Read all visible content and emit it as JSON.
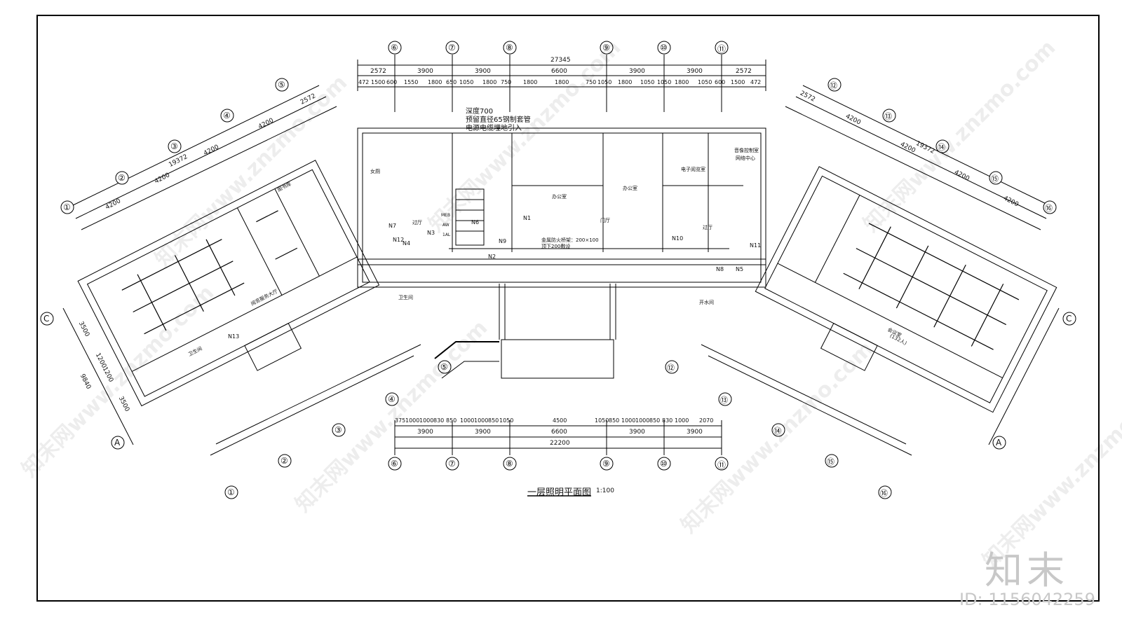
{
  "drawing": {
    "title": "一层照明平面图",
    "scale": "1:100",
    "note": [
      "深度700",
      "预留直径65钢制套管",
      "电源电缆埋地引入"
    ],
    "tray_note": [
      "金属防火桥架：200×100",
      "顶下200敷设"
    ]
  },
  "axes": {
    "top_center": [
      "⑥",
      "⑦",
      "⑧",
      "⑨",
      "⑩",
      "⑪"
    ],
    "bottom_center": [
      "⑥",
      "⑦",
      "⑧",
      "⑨",
      "⑩",
      "⑪"
    ],
    "left_wing_top": [
      "①",
      "②",
      "③",
      "④",
      "⑤"
    ],
    "left_wing_bottom": [
      "①",
      "②",
      "③",
      "④",
      "⑤"
    ],
    "right_wing_top": [
      "⑫",
      "⑬",
      "⑭",
      "⑮",
      "⑯"
    ],
    "right_wing_bottom": [
      "⑫",
      "⑬",
      "⑭",
      "⑮",
      "⑯"
    ],
    "row_c": "C",
    "row_a": "A"
  },
  "dimensions": {
    "top_total": "27345",
    "top_segments": [
      "2572",
      "3900",
      "3900",
      "6600",
      "3900",
      "3900",
      "2572"
    ],
    "top_sub": [
      "472",
      "1500",
      "600",
      "1550",
      "1800",
      "650",
      "1050",
      "1800",
      "750",
      "1800",
      "1800",
      "750",
      "1050",
      "1800",
      "1050",
      "1050",
      "1800",
      "1050",
      "600",
      "1500",
      "472"
    ],
    "bottom_total": "22200",
    "bottom_segments": [
      "3900",
      "3900",
      "6600",
      "3900",
      "3900"
    ],
    "bottom_sub": [
      "375",
      "1000",
      "1000",
      "830",
      "850",
      "1000",
      "1000",
      "850",
      "1050",
      "4500",
      "1050",
      "850",
      "1000",
      "1000",
      "850",
      "830",
      "1000",
      "2070"
    ],
    "left_top_total": "19372",
    "left_top_segments": [
      "4200",
      "4200",
      "4200",
      "4200",
      "2572"
    ],
    "right_top_total": "19372",
    "right_top_segments": [
      "2572",
      "4200",
      "4200",
      "4200",
      "4200"
    ],
    "wing_side": [
      "3500",
      "1200",
      "1200",
      "3500",
      "9840"
    ]
  },
  "rooms": {
    "r1": "女厕",
    "r2": "过厅",
    "r3": "办公室",
    "r4": "办公室",
    "r5": "门厅",
    "r6": "电子阅览室",
    "r7": "音像控制室",
    "r8": "网络中心",
    "r9": "过厅",
    "r10": "会议室",
    "r11": "(132人)",
    "r12": "阅览服务大厅",
    "r13": "图书库",
    "r14": "卫生间",
    "r15": "卫生间",
    "r16": "开水间"
  },
  "circuits": [
    "N1",
    "N2",
    "N3",
    "N4",
    "N5",
    "N6",
    "N7",
    "N8",
    "N9",
    "N10",
    "N11",
    "N12",
    "N13"
  ],
  "panel": [
    "AW",
    "1AL",
    "MEB"
  ],
  "watermark": "知末网www.znzmo.com",
  "brand": {
    "logo": "知末",
    "id": "ID: 1156042259"
  }
}
